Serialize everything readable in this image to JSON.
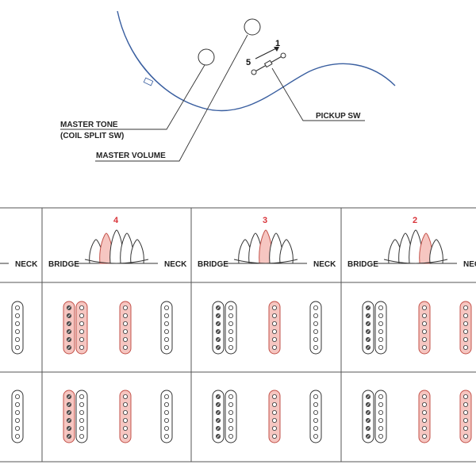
{
  "top_diagram": {
    "labels": {
      "master_tone_line1": "MASTER TONE",
      "master_tone_line2": "(COIL SPLIT SW)",
      "master_volume": "MASTER VOLUME",
      "pickup_sw": "PICKUP SW",
      "switch_pos_1": "1",
      "switch_pos_5": "5"
    }
  },
  "table": {
    "columns": [
      {
        "position": "",
        "bridge_label": "",
        "neck_label": "NECK",
        "highlighted_blade": 0,
        "partial": true
      },
      {
        "position": "4",
        "bridge_label": "BRIDGE",
        "neck_label": "NECK",
        "highlighted_blade": 1
      },
      {
        "position": "3",
        "bridge_label": "BRIDGE",
        "neck_label": "NECK",
        "highlighted_blade": 2
      },
      {
        "position": "2",
        "bridge_label": "BRIDGE",
        "neck_label": "NECK",
        "highlighted_blade": 3,
        "partial_right": true
      }
    ],
    "rows": [
      {
        "row": "coil-split-off"
      },
      {
        "row": "coil-split-on"
      }
    ]
  },
  "colors": {
    "highlight_fill": "#f6c6c1",
    "highlight_stroke": "#c25048",
    "position_number": "#d9343a",
    "line": "#333333",
    "guitar_body": "#3a5fa0"
  }
}
